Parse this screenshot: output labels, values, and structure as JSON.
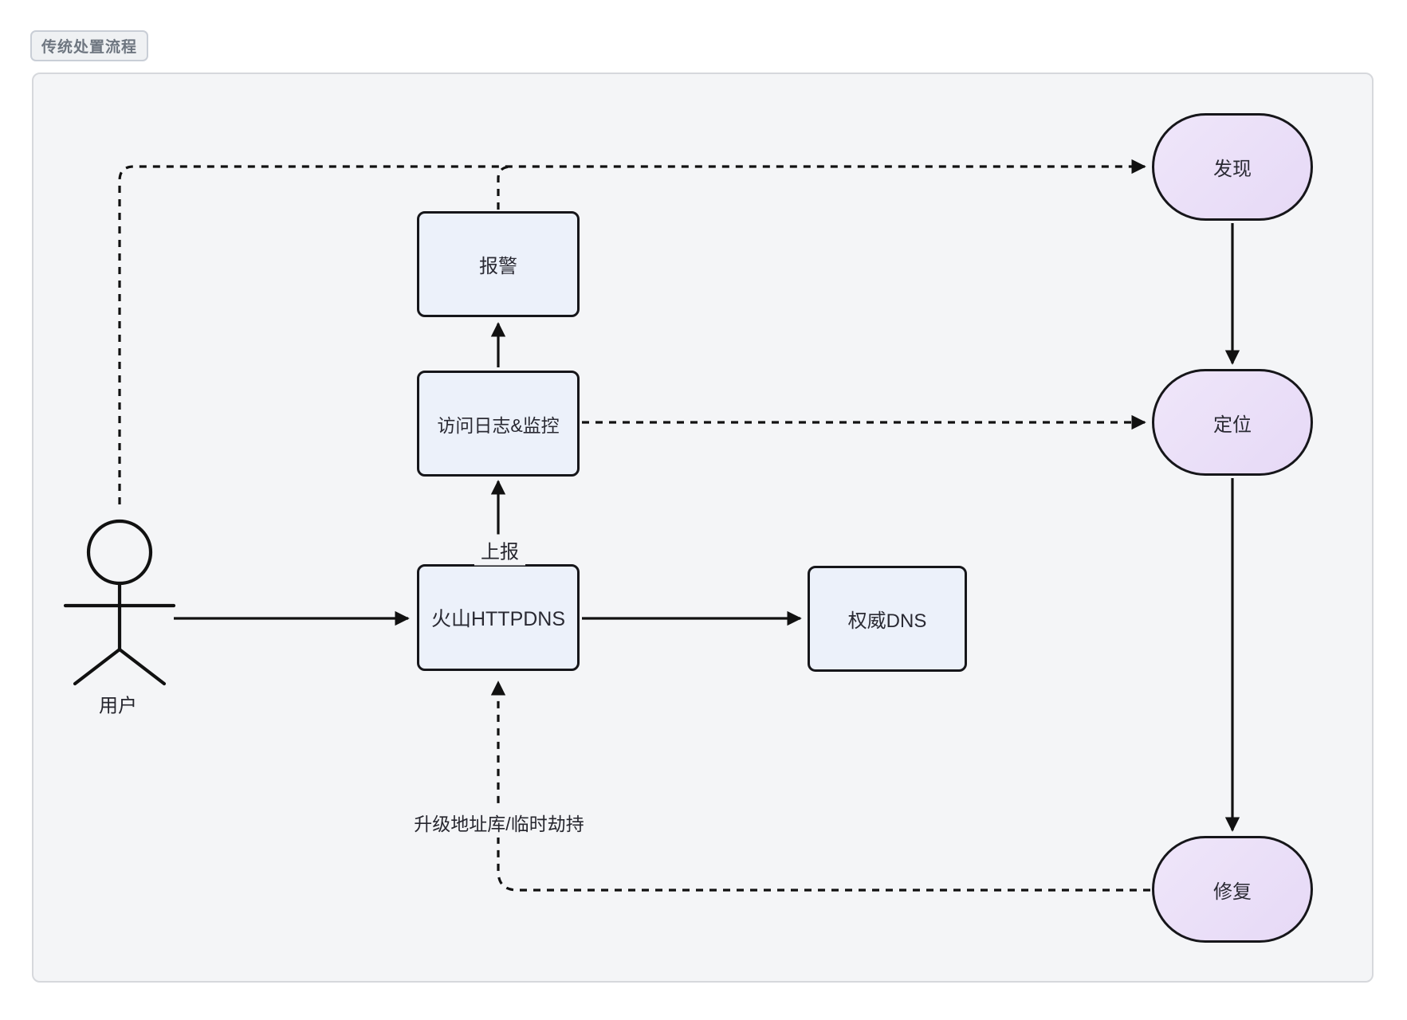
{
  "title_badge": {
    "label": "传统处置流程"
  },
  "diagram": {
    "nodes": {
      "alarm": {
        "label": "报警"
      },
      "access_log": {
        "label": "访问日志&监控"
      },
      "httpdns": {
        "label": "火山HTTPDNS"
      },
      "auth_dns": {
        "label": "权威DNS"
      },
      "discover": {
        "label": "发现"
      },
      "locate": {
        "label": "定位"
      },
      "fix": {
        "label": "修复"
      },
      "user": {
        "label": "用户"
      }
    },
    "edge_labels": {
      "report": "上报",
      "upgrade_hijack": "升级地址库/临时劫持"
    },
    "colors": {
      "page_bg": "#FFFFFF",
      "panel_bg": "#F4F5F7",
      "panel_border": "#D6D8DC",
      "rect_fill": "#ECF1FA",
      "stadium_fill": "#E9DDF7",
      "node_border": "#16161A",
      "edge_stroke": "#111111",
      "badge_text": "#6E7680",
      "badge_bg": "#EFF1F3",
      "badge_border": "#C9CED6"
    }
  }
}
